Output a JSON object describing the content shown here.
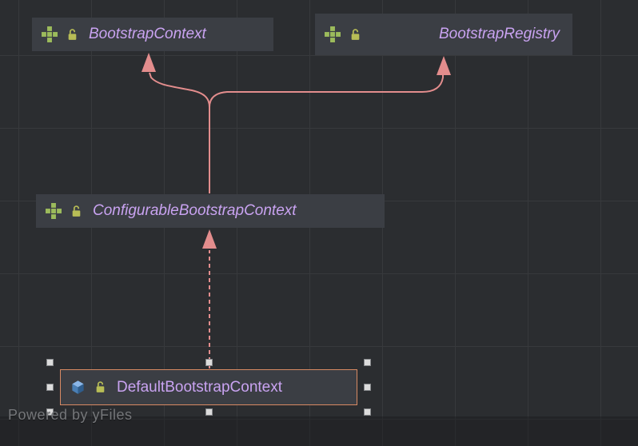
{
  "diagram": {
    "watermark": "Powered by yFiles",
    "nodes": [
      {
        "id": "bootstrap-context",
        "label": "BootstrapContext",
        "stereotype": "interface",
        "icons": [
          "interface-icon",
          "unlocked-icon"
        ],
        "selected": false
      },
      {
        "id": "bootstrap-registry",
        "label": "BootstrapRegistry",
        "stereotype": "interface",
        "icons": [
          "interface-icon",
          "unlocked-icon"
        ],
        "selected": false
      },
      {
        "id": "configurable-bootstrap-context",
        "label": "ConfigurableBootstrapContext",
        "stereotype": "interface",
        "icons": [
          "interface-icon",
          "unlocked-icon"
        ],
        "selected": false
      },
      {
        "id": "default-bootstrap-context",
        "label": "DefaultBootstrapContext",
        "stereotype": "class",
        "icons": [
          "class-icon",
          "unlocked-icon"
        ],
        "selected": true
      }
    ],
    "edges": [
      {
        "from": "configurable-bootstrap-context",
        "to": "bootstrap-context",
        "relation": "extends",
        "line": "solid"
      },
      {
        "from": "configurable-bootstrap-context",
        "to": "bootstrap-registry",
        "relation": "extends",
        "line": "solid"
      },
      {
        "from": "default-bootstrap-context",
        "to": "configurable-bootstrap-context",
        "relation": "implements",
        "line": "dashed"
      }
    ]
  },
  "colors": {
    "background": "#2b2d30",
    "grid_line": "#37393c",
    "node_background": "#3b3e44",
    "node_label": "#c9a3f1",
    "edge": "#e38d8d",
    "selection_border": "#d88a63",
    "interface_icon": "#9cbb5c",
    "class_icon": "#5e94c9",
    "lock_icon": "#b8bd56",
    "watermark_color": "#75777a"
  }
}
